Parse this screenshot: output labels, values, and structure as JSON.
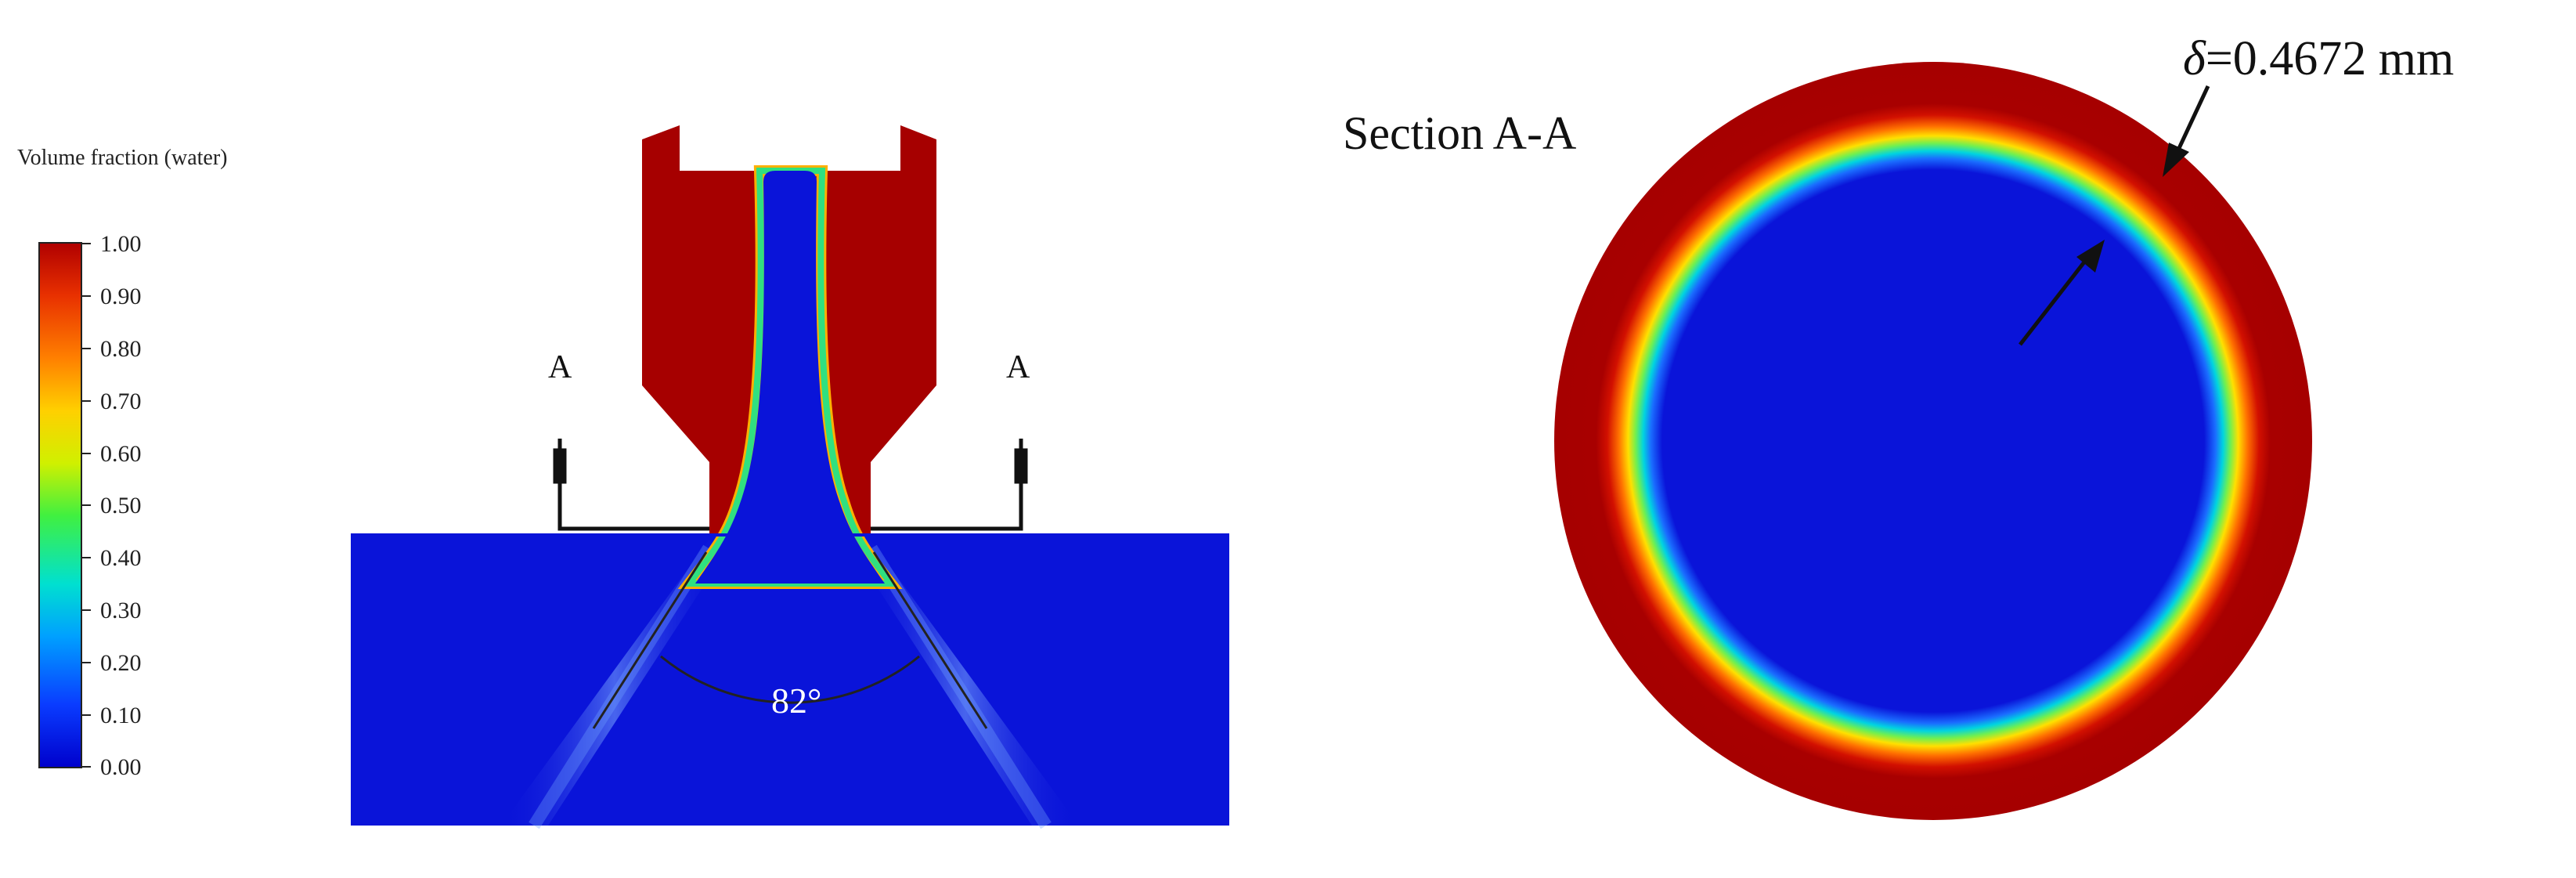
{
  "colorbar": {
    "title": "Volume fraction (water)",
    "ticks": [
      "1.00",
      "0.90",
      "0.80",
      "0.70",
      "0.60",
      "0.50",
      "0.40",
      "0.30",
      "0.20",
      "0.10",
      "0.00"
    ]
  },
  "nozzle_view": {
    "section_marker_left": "A",
    "section_marker_right": "A",
    "spray_angle": "82°"
  },
  "section_view": {
    "title": "Section A-A",
    "film_thickness": {
      "symbol": "δ",
      "value": "=0.4672 mm"
    }
  },
  "colors": {
    "water": "#a60000",
    "air": "#0a14d9",
    "scale": [
      "#0000cc",
      "#0a3cff",
      "#00a0ff",
      "#00e0d0",
      "#40f040",
      "#d0f000",
      "#ffd000",
      "#ff8000",
      "#e83000",
      "#b00000"
    ]
  }
}
